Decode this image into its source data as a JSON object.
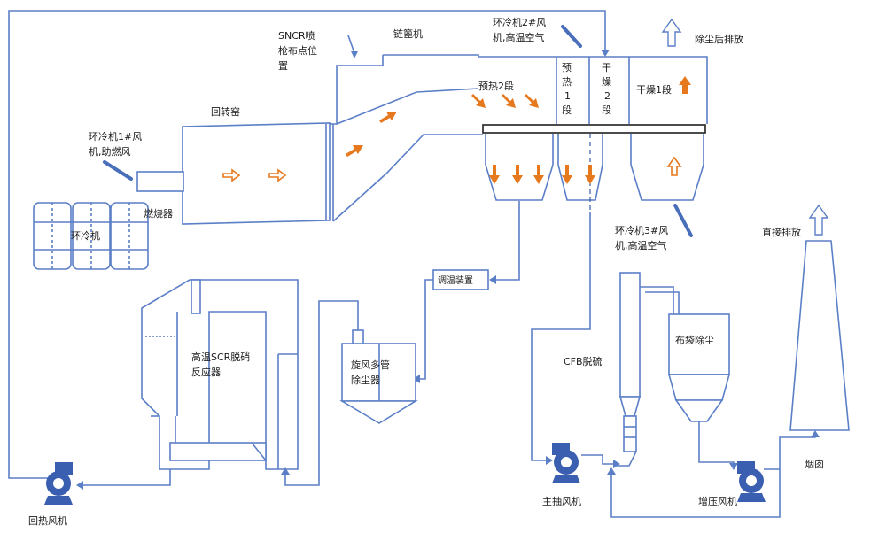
{
  "labels": {
    "snc_r": "SNCR喷",
    "snc_r2": "枪布点位",
    "snc_r3": "置",
    "grate": "链篦机",
    "ring2_a": "环冷机2#风",
    "ring2_b": "机,高温空气",
    "exhaust_dust": "除尘后排放",
    "kiln": "回转窑",
    "ring1_a": "环冷机1#风",
    "ring1_b": "机,助燃风",
    "burner": "燃烧器",
    "cooler": "环冷机",
    "preheat2": "预热2段",
    "preheat1_a": "预",
    "preheat1_b": "热",
    "preheat1_c": "1",
    "preheat1_d": "段",
    "dry2_a": "干",
    "dry2_b": "燥",
    "dry2_c": "2",
    "dry2_d": "段",
    "dry1": "干燥1段",
    "ring3_a": "环冷机3#风",
    "ring3_b": "机,高温空气",
    "direct_exhaust": "直接排放",
    "tempering": "调温装置",
    "multi_a": "旋风多管",
    "multi_b": "除尘器",
    "scr_a": "高温SCR脱硝",
    "scr_b": "反应器",
    "cfb": "CFB脱硫",
    "bag": "布袋除尘",
    "chimney": "烟囱",
    "main_fan": "主抽风机",
    "booster_fan": "增压风机",
    "return_fan": "回热风机"
  },
  "colors": {
    "line": "#5b7fc7",
    "arrow": "#e6781e",
    "text": "#1a1a1a"
  }
}
